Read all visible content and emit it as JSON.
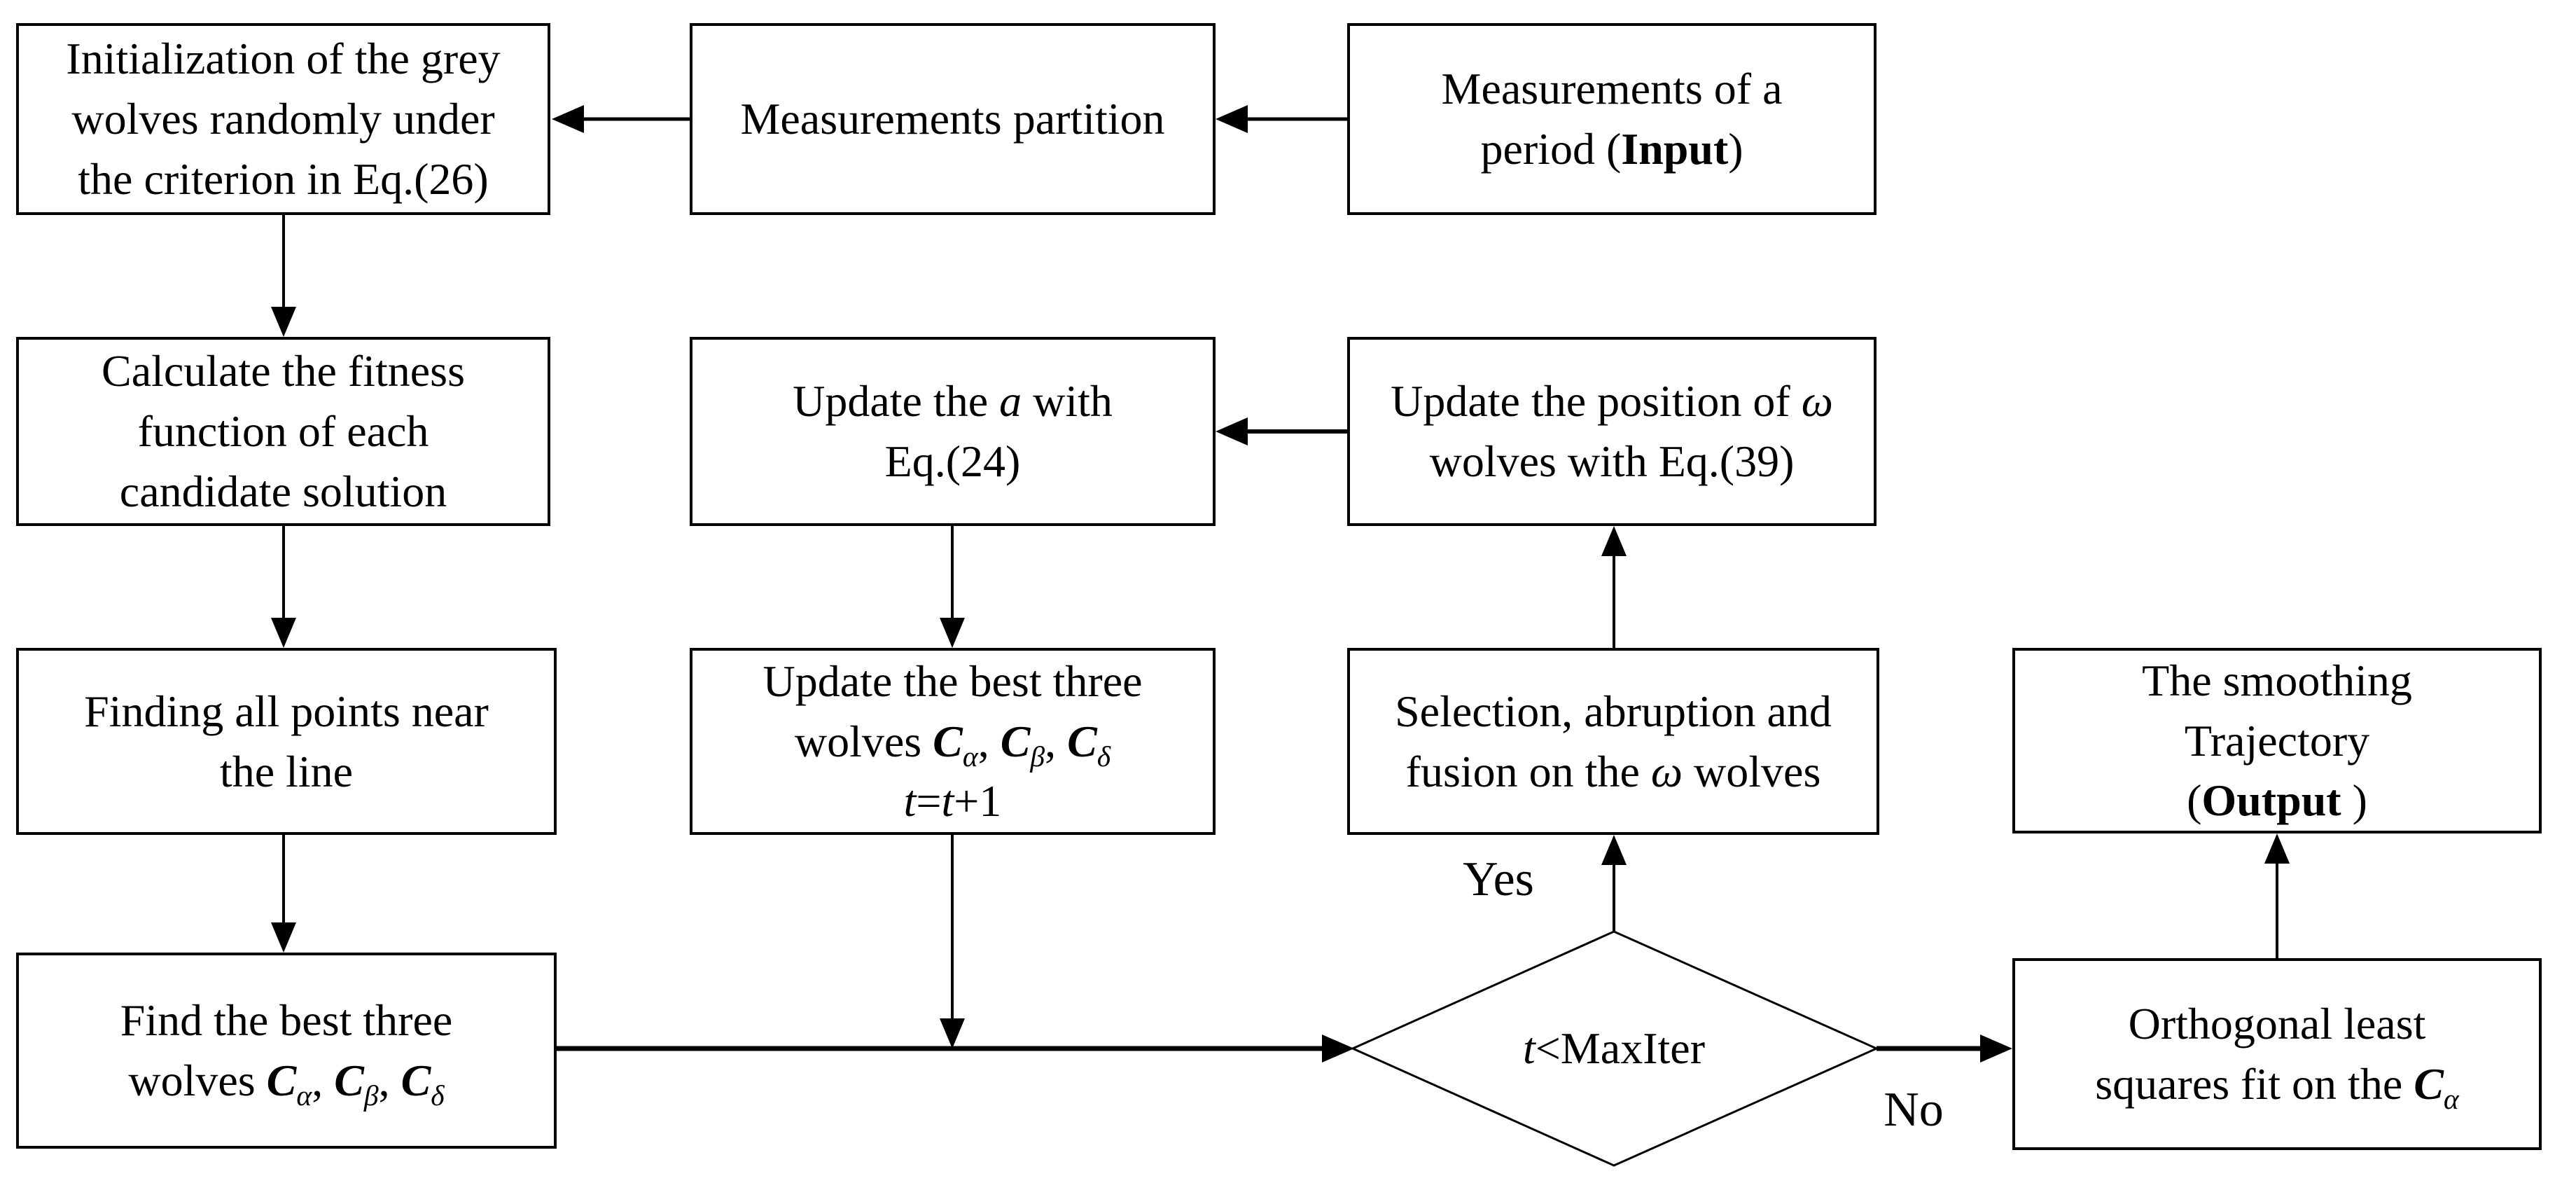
{
  "title": "Grey wolf optimizer trajectory smoothing flowchart",
  "colors": {
    "background": "#ffffff",
    "border": "#000000",
    "text": "#000000",
    "arrow": "#000000"
  },
  "nodes": {
    "init": {
      "text": "Initialization of the grey<br>wolves randomly under<br>the criterion in Eq.(26)"
    },
    "partition": {
      "text": "Measurements partition"
    },
    "input": {
      "text": "Measurements of a<br>period (<b>Input</b>)"
    },
    "fitness": {
      "text": "Calculate the fitness<br>function of each<br>candidate solution"
    },
    "update_a": {
      "text": "Update the <i>a</i> with<br>Eq.(24)"
    },
    "update_omega": {
      "text": "Update the position of <i>&#969;</i><br>wolves with Eq.(39)"
    },
    "find_points": {
      "text": "Finding all points near<br>the line"
    },
    "update_best": {
      "text": "Update the best three<br>wolves <b><i>C</i></b><sub><i>&#945;</i></sub>, <b><i>C</i></b><sub><i>&#946;</i></sub>, <b><i>C</i></b><sub><i>&#948;</i></sub><br><i>t</i>=<i>t</i>+1"
    },
    "selection": {
      "text": "Selection, abruption and<br>fusion on the <i>&#969;</i> wolves"
    },
    "output": {
      "text": "The smoothing<br>Trajectory<br>(<b>Output</b> )"
    },
    "find_best": {
      "text": "Find the best three<br>wolves <b><i>C</i></b><sub><i>&#945;</i></sub>, <b><i>C</i></b><sub><i>&#946;</i></sub>, <b><i>C</i></b><sub><i>&#948;</i></sub>"
    },
    "decision": {
      "text": "<i>t</i>&lt;MaxIter"
    },
    "ols_fit": {
      "text": "Orthogonal least<br>squares fit on the <b><i>C</i></b><sub><i>&#945;</i></sub>"
    }
  },
  "labels": {
    "yes": "Yes",
    "no": "No"
  }
}
